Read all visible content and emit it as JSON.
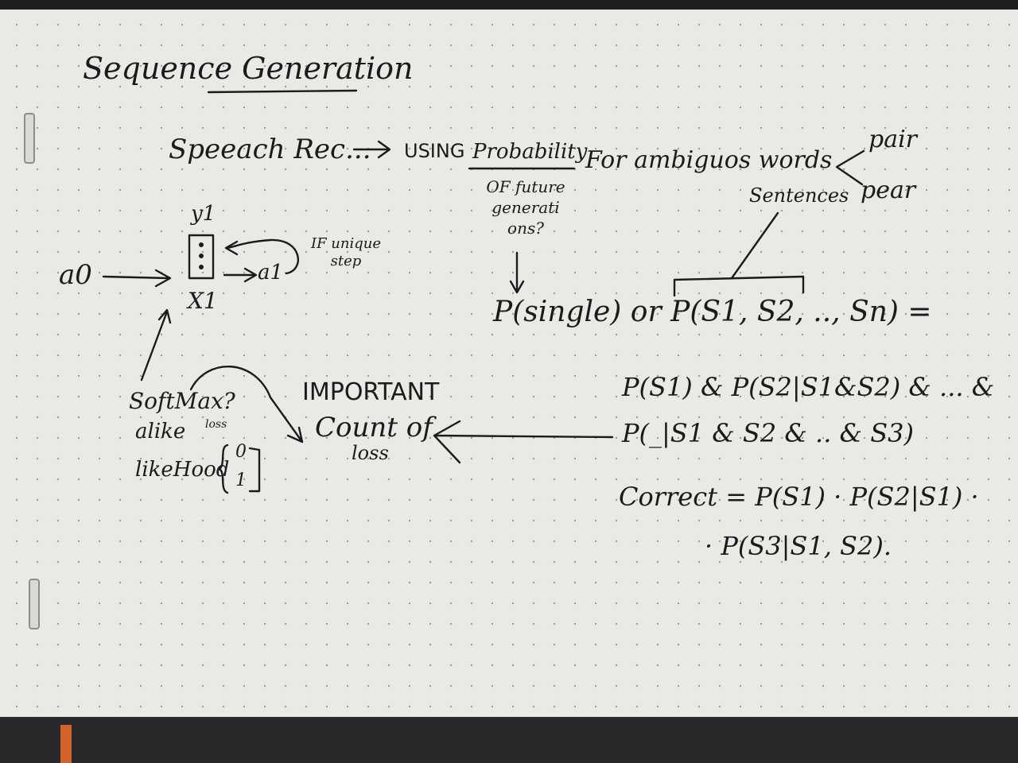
{
  "notebook": {
    "title": "Sequence Generation",
    "speech_line": "Speeach Rec...",
    "using": "USING",
    "probability": "Probability",
    "ambiguous": "For ambiguos words",
    "word_pair": "pair",
    "word_pear": "pear",
    "sentences": "Sentences",
    "future_q": "OF future generati ons?",
    "p_single": "P(single) or P(S1, S2, .., Sn) =",
    "y_label": "y1",
    "x_label": "X1",
    "a0": "a0",
    "a1": "a1",
    "if_unique": "IF unique step",
    "softmax": "SoftMax?",
    "alike": "alike",
    "loss_small": "loss",
    "likelihood": "likeHood",
    "braces_0": "0",
    "braces_1": "1",
    "important": "IMPORTANT",
    "count_of": "Count of",
    "loss": "loss",
    "formula_1": "P(S1) & P(S2|S1&S2) & ... &",
    "formula_2": "P(_|S1 & S2 & .. & S3)",
    "correct_1": "Correct = P(S1) · P(S2|S1) ·",
    "correct_2": "· P(S3|S1, S2)."
  }
}
